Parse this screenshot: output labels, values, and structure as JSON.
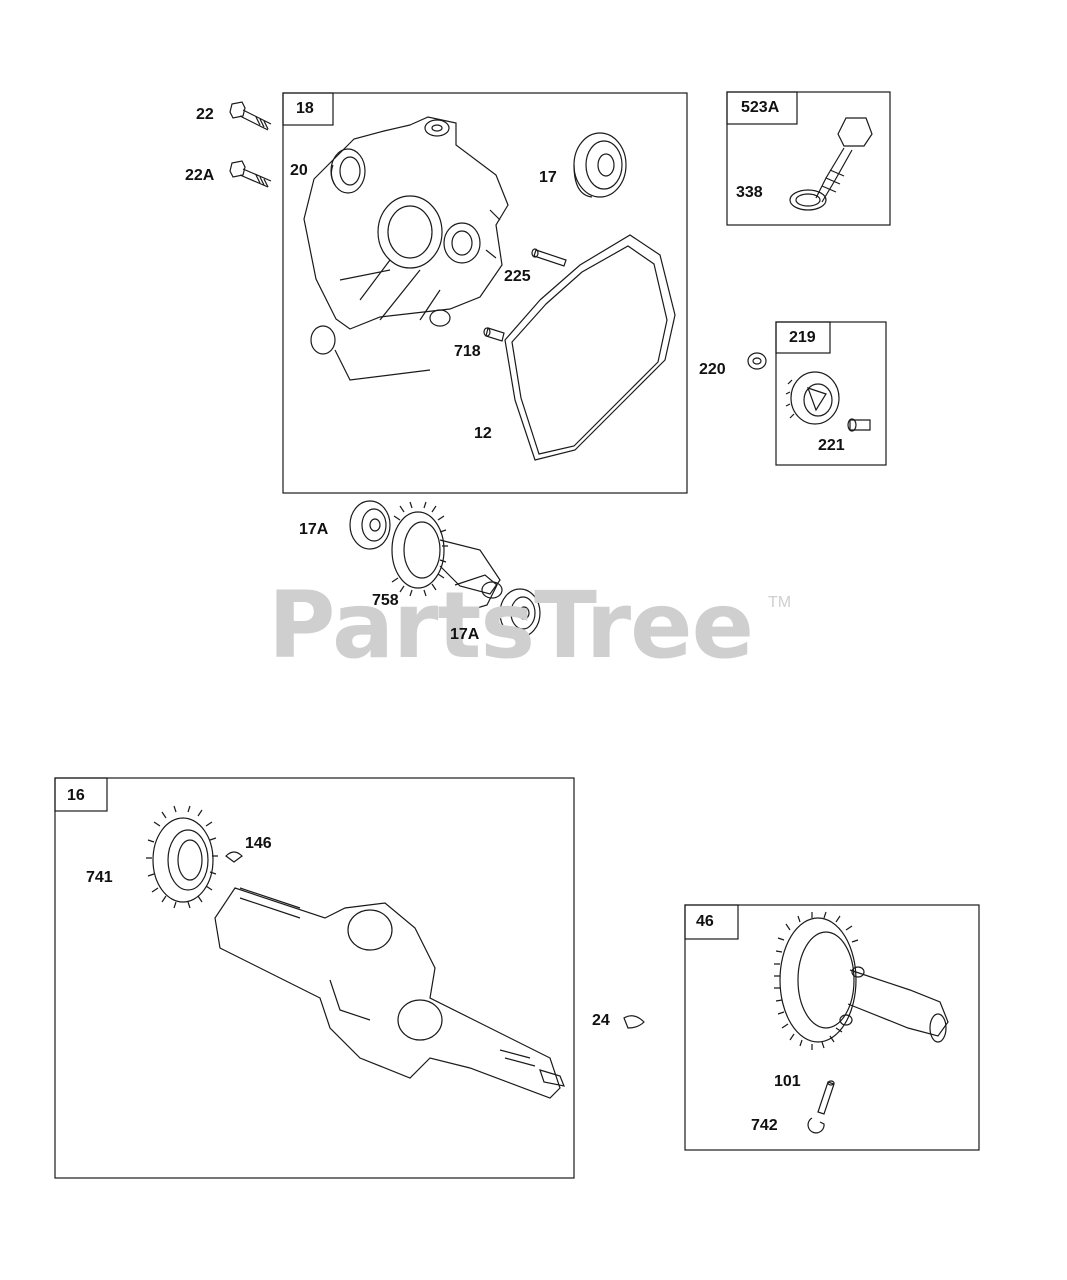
{
  "watermark": {
    "text": "PartsTree",
    "trademark": "TM"
  },
  "groups": {
    "g18": "18",
    "g523A": "523A",
    "g219": "219",
    "g16": "16",
    "g46": "46"
  },
  "parts": {
    "p22": "22",
    "p22A": "22A",
    "p20": "20",
    "p17": "17",
    "p225": "225",
    "p718": "718",
    "p12": "12",
    "p338": "338",
    "p220": "220",
    "p221": "221",
    "p17A_top": "17A",
    "p758": "758",
    "p17A_bottom": "17A",
    "p146": "146",
    "p741": "741",
    "p24": "24",
    "p101": "101",
    "p742": "742"
  },
  "colors": {
    "line": "#1a1a1a",
    "watermark": "#cfcfcf",
    "background": "#ffffff"
  }
}
